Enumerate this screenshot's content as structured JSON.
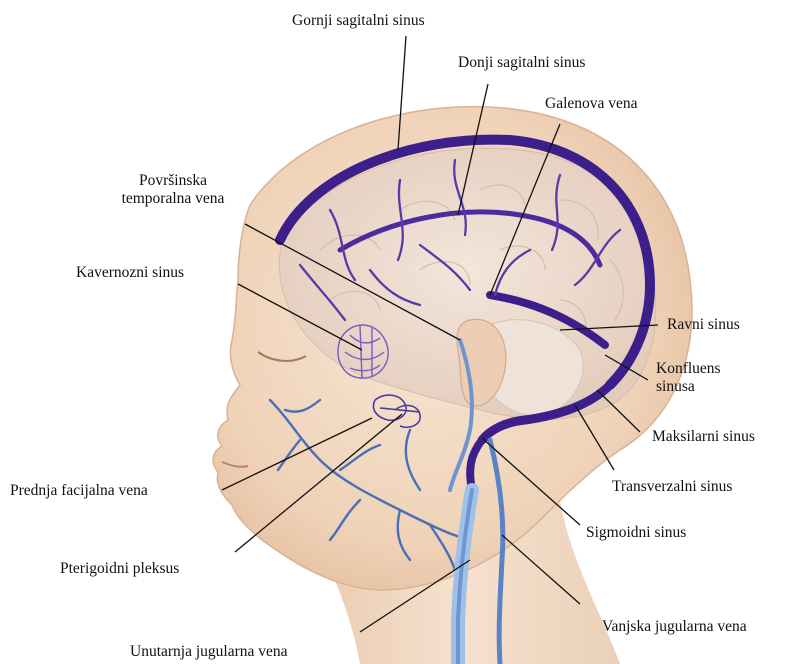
{
  "labels": {
    "gornji_sagitalni": "Gornji sagitalni sinus",
    "donji_sagitalni": "Donji sagitalni sinus",
    "galenova": "Galenova vena",
    "povrsinska_temporalna_1": "Površinska",
    "povrsinska_temporalna_2": "temporalna vena",
    "kavernozni": "Kavernozni sinus",
    "ravni": "Ravni sinus",
    "konfluens_1": "Konfluens",
    "konfluens_2": "sinusa",
    "maksilarni": "Maksilarni sinus",
    "transverzalni": "Transverzalni sinus",
    "sigmoidni": "Sigmoidni sinus",
    "prednja_facijalna": "Prednja facijalna vena",
    "pterigoidni": "Pterigoidni pleksus",
    "vanjska_jugularna": "Vanjska jugularna vena",
    "unutarnja_jugularna": "Unutarnja jugularna vena"
  },
  "colors": {
    "skin": "#f3dcc6",
    "skin_shadow": "#e2b99b",
    "brain": "#ecd9cb",
    "dural_sinus": "#3d1f8c",
    "vein_purple": "#5b3aa8",
    "vein_blue": "#4a6fb8",
    "vein_light_blue": "#9fc1e8",
    "leader_line": "#111111"
  }
}
